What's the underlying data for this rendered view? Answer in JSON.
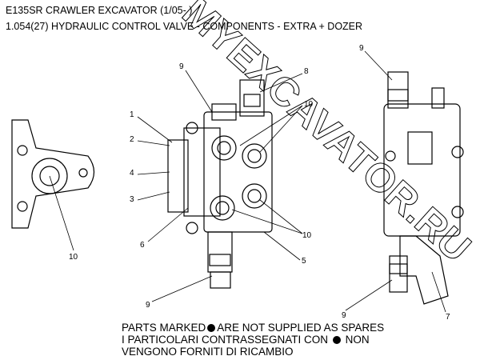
{
  "header": {
    "title": "E135SR CRAWLER EXCAVATOR (1/05- )",
    "subtitle": "1.054(27) HYDRAULIC CONTROL VALVE - COMPONENTS - EXTRA + DOZER"
  },
  "watermark": "MYEXCAVATOR.RU",
  "callouts": [
    "9",
    "8",
    "10",
    "1",
    "2",
    "4",
    "3",
    "6",
    "10",
    "5",
    "10",
    "9",
    "9",
    "9",
    "7"
  ],
  "note": {
    "line1a": "PARTS MARKED",
    "line1b": "ARE NOT SUPPLIED AS SPARES",
    "line2a": "I  PARTICOLARI  CONTRASSEGNATI  CON",
    "line2b": "NON",
    "line3": "VENGONO FORNITI DI RICAMBIO"
  }
}
